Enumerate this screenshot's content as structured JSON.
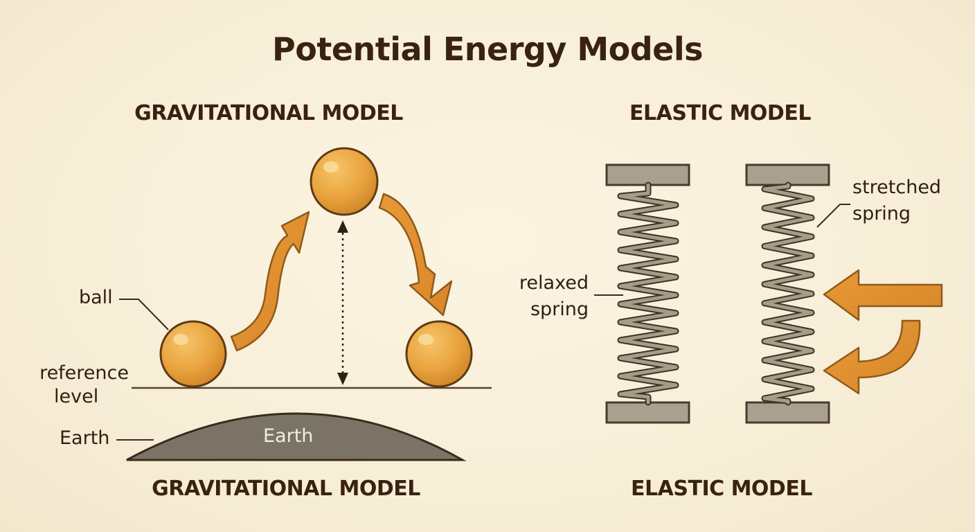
{
  "title": "Potential Energy Models",
  "gravitational": {
    "heading_top": "GRAVITATIONAL MODEL",
    "heading_bottom": "GRAVITATIONAL MODEL",
    "label_ball": "ball",
    "label_reference_line1": "reference",
    "label_reference_line2": "level",
    "label_earth_side": "Earth",
    "label_earth_inside": "Earth"
  },
  "elastic": {
    "heading_top": "ELASTIC MODEL",
    "heading_bottom": "ELASTIC MODEL",
    "label_relaxed_line1": "relaxed",
    "label_relaxed_line2": "spring",
    "label_stretched_line1": "stretched",
    "label_stretched_line2": "spring"
  },
  "colors": {
    "background": "#f8efd9",
    "title_text": "#3a2210",
    "ball": "#e9a43f",
    "arrow": "#e0912f",
    "earth": "#7b7466",
    "spring": "#9a8f7d",
    "plate": "#a9a090"
  }
}
